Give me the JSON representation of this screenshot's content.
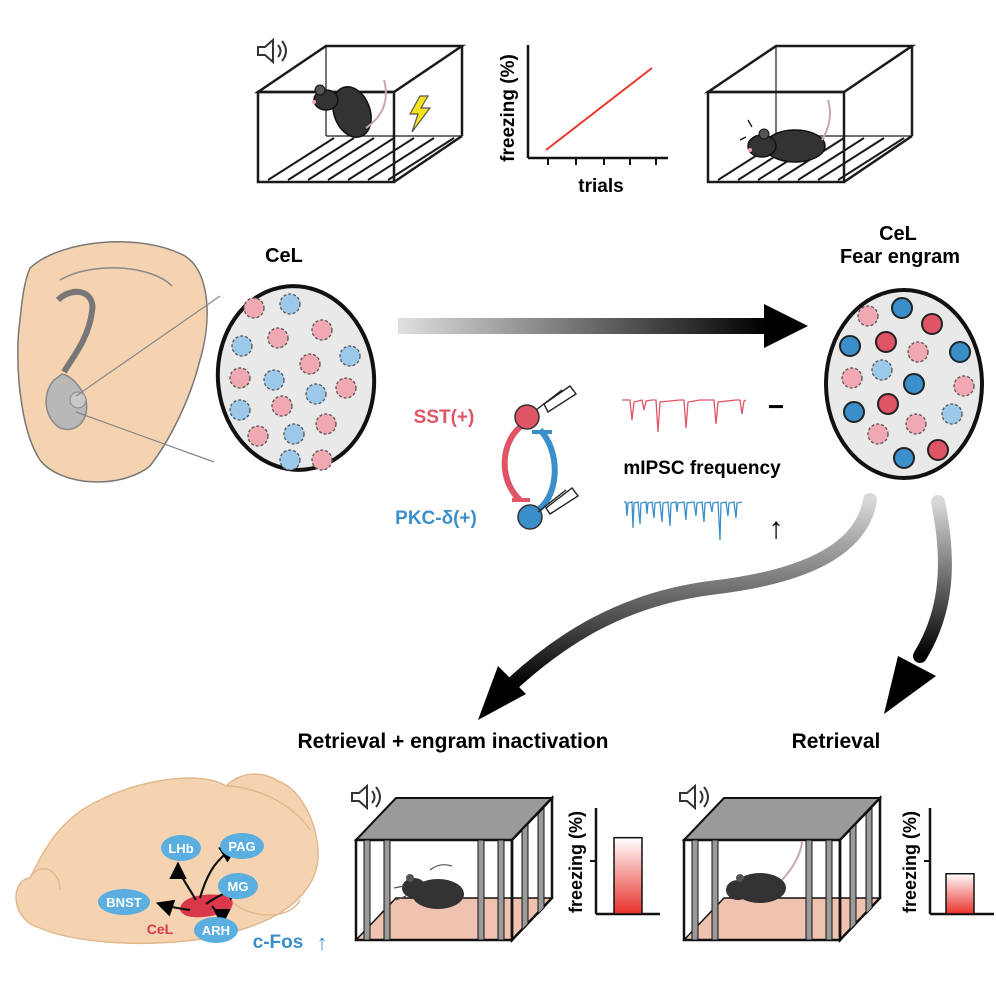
{
  "acquisition": {
    "graph": {
      "ylabel": "freezing (%)",
      "xlabel": "trials"
    }
  },
  "cel": {
    "left_title": "CeL",
    "right_title_line1": "CeL",
    "right_title_line2": "Fear engram"
  },
  "microcircuit": {
    "sst_label": "SST(+)",
    "pkc_label": "PKC-δ(+)",
    "mipsc_label": "mIPSC frequency",
    "sst_change": "−",
    "pkc_change": "↑"
  },
  "conditions": {
    "inactivation_title": "Retrieval + engram inactivation",
    "retrieval_title": "Retrieval",
    "bar_ylabel": "freezing (%)",
    "inactivation_freezing_fraction": 0.72,
    "retrieval_freezing_fraction": 0.38
  },
  "brain_map": {
    "regions": [
      "LHb",
      "PAG",
      "MG",
      "BNST",
      "ARH"
    ],
    "cel_label": "CeL",
    "cfos_label": "c-Fos",
    "cfos_arrow": "↑"
  },
  "colors": {
    "sst_red": "#e05566",
    "pkc_blue": "#3a8fcb",
    "region_blue": "#5aaee0",
    "cel_red": "#d9384a",
    "brain_tan": "#f6d3b0",
    "graph_line": "#e8392c",
    "light_red": "#f0a8b2",
    "light_blue": "#9cc9ea"
  }
}
